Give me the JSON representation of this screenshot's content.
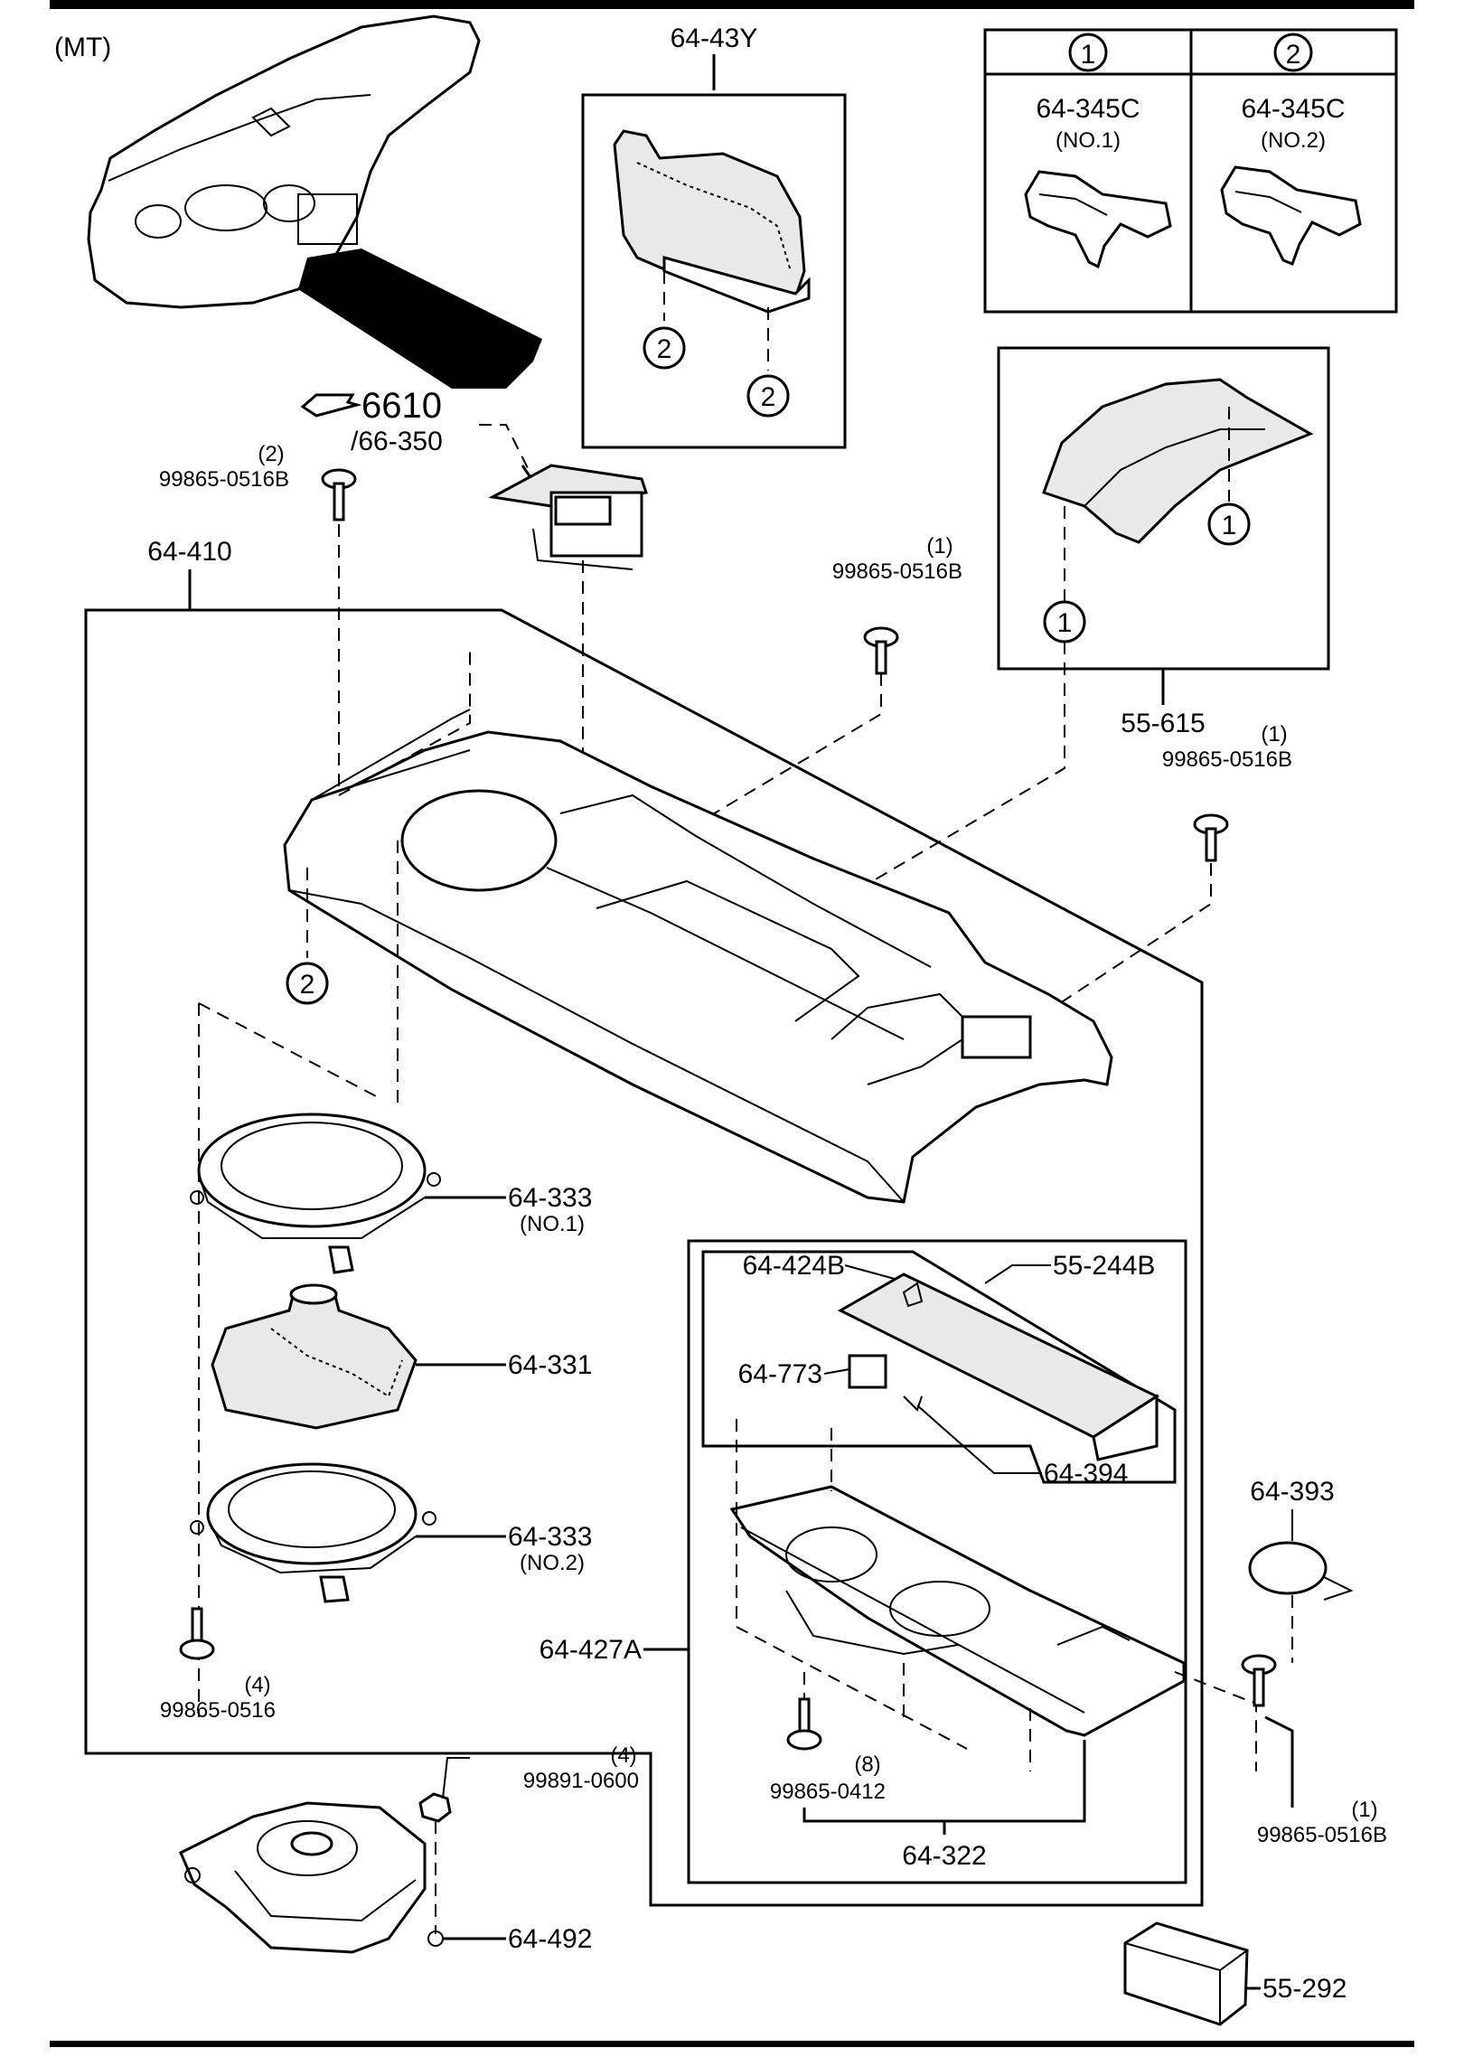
{
  "diagram": {
    "variant_label": "(MT)",
    "legend": {
      "col1_symbol": "1",
      "col2_symbol": "2",
      "col1_part": "64-345C",
      "col1_sub": "(NO.1)",
      "col2_part": "64-345C",
      "col2_sub": "(NO.2)"
    },
    "callouts": {
      "shift_boot": "64-43Y",
      "switch_ref_a": "6610",
      "switch_ref_b": "/66-350",
      "screw_top_left_qty": "(2)",
      "screw_top_left": "99865-0516B",
      "console": "64-410",
      "screw_mid_qty": "(1)",
      "screw_mid": "99865-0516B",
      "lid_assy": "55-615",
      "screw_right_qty": "(1)",
      "screw_right": "99865-0516B",
      "bezel_1_part": "64-333",
      "bezel_1_sub": "(NO.1)",
      "boot_inner": "64-331",
      "bezel_2_part": "64-333",
      "bezel_2_sub": "(NO.2)",
      "screw_bottom_left_qty": "(4)",
      "screw_bottom_left": "99865-0516",
      "lid_hinge": "64-424B",
      "lid_cover": "55-244B",
      "latch": "64-773",
      "spring": "64-394",
      "mat": "64-393",
      "box_assy": "64-427A",
      "screw_box_qty": "(8)",
      "screw_box": "99865-0412",
      "box_body": "64-322",
      "screw_box_right_qty": "(1)",
      "screw_box_right": "99865-0516B",
      "nut_qty": "(4)",
      "nut": "99891-0600",
      "shift_base": "64-492",
      "tray": "55-292"
    },
    "circled_refs": {
      "one": "1",
      "two": "2"
    }
  }
}
